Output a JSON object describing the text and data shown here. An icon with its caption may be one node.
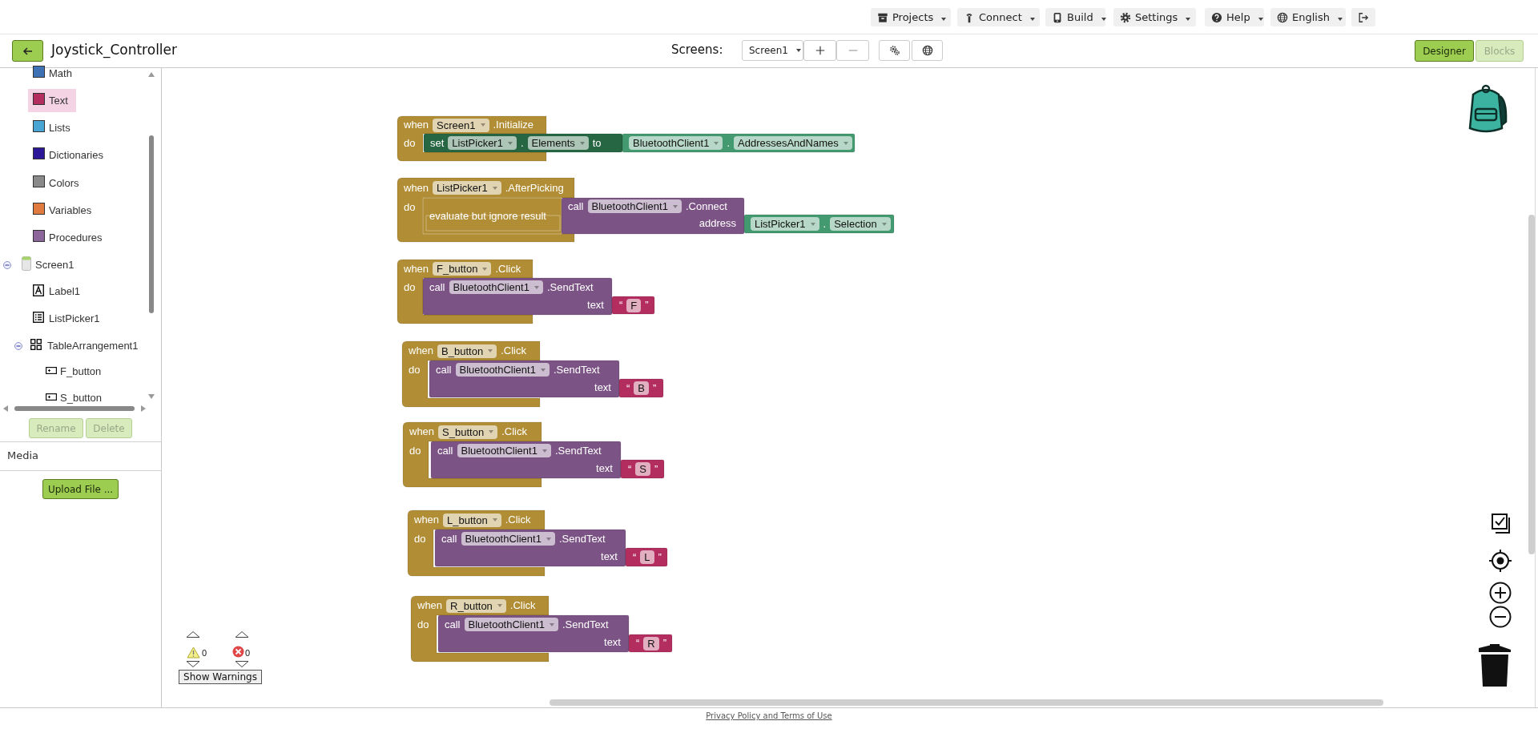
{
  "diagram": {
    "title": "Joystick_Controller",
    "nodes": [
      {
        "text": [
          "when",
          "Screen1",
          ".Initialize",
          "do"
        ]
      },
      {
        "text": [
          "set",
          "ListPicker1",
          ".",
          "Elements",
          "to"
        ]
      },
      {
        "text": [
          "BluetoothClient1",
          ".",
          "AddressesAndNames"
        ]
      },
      {
        "text": [
          "when",
          "ListPicker1",
          ".AfterPicking",
          "do"
        ]
      },
      {
        "text": [
          "evaluate but ignore result"
        ]
      },
      {
        "text": [
          "call",
          "BluetoothClient1",
          ".Connect",
          "address"
        ]
      },
      {
        "text": [
          "ListPicker1",
          ".",
          "Selection"
        ]
      },
      {
        "text": [
          "when",
          "F_button",
          ".Click",
          "do"
        ]
      },
      {
        "text": [
          "call",
          "BluetoothClient1",
          ".SendText",
          "text"
        ]
      },
      {
        "text": [
          "“",
          "F",
          "”"
        ]
      },
      {
        "text": [
          "when",
          "B_button",
          ".Click",
          "do"
        ]
      },
      {
        "text": [
          "call",
          "BluetoothClient1",
          ".SendText",
          "text"
        ]
      },
      {
        "text": [
          "“",
          "B",
          "”"
        ]
      },
      {
        "text": [
          "when",
          "S_button",
          ".Click",
          "do"
        ]
      },
      {
        "text": [
          "call",
          "BluetoothClient1",
          ".SendText",
          "text"
        ]
      },
      {
        "text": [
          "“",
          "S",
          "”"
        ]
      },
      {
        "text": [
          "when",
          "L_button",
          ".Click",
          "do"
        ]
      },
      {
        "text": [
          "call",
          "BluetoothClient1",
          ".SendText",
          "text"
        ]
      },
      {
        "text": [
          "“",
          "L",
          "”"
        ]
      },
      {
        "text": [
          "when",
          "R_button",
          ".Click",
          "do"
        ]
      },
      {
        "text": [
          "call",
          "BluetoothClient1",
          ".SendText",
          "text"
        ]
      },
      {
        "text": [
          "“",
          "R",
          "”"
        ]
      }
    ],
    "labels": [
      "Projects",
      "Connect",
      "Build",
      "Settings",
      "Help",
      "English",
      "Screens:",
      "Screen1",
      "Designer",
      "Blocks",
      "Math",
      "Text",
      "Lists",
      "Dictionaries",
      "Colors",
      "Variables",
      "Procedures",
      "Screen1",
      "Label1",
      "ListPicker1",
      "TableArrangement1",
      "F_button",
      "S_button",
      "Rename",
      "Delete",
      "Media",
      "Upload File ...",
      "0",
      "0",
      "Show Warnings",
      "Privacy Policy and Terms of Use"
    ]
  }
}
